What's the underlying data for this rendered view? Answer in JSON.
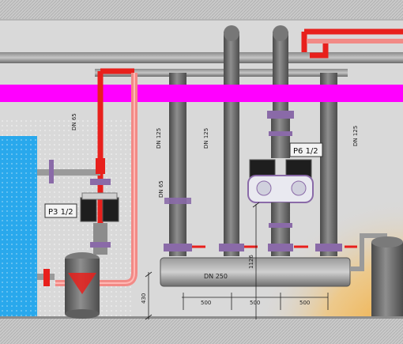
{
  "labels": {
    "dn65_top": "DN 65",
    "dn65_mid": "DN 65",
    "dn125_a": "DN 125",
    "dn125_b": "DN 125",
    "dn125_c": "DN 125",
    "dn250": "DN 250",
    "pump_p3": "P3 1/2",
    "pump_p6": "P6 1/2",
    "dim_1126": "1126",
    "dim_430": "430",
    "dim_500_a": "500",
    "dim_500_b": "500",
    "dim_500_c": "500"
  },
  "colors": {
    "wall": "#d9d9d9",
    "pipe_grey": "#6b6b6b",
    "pipe_red": "#e8201c",
    "pipe_pink": "#f28a86",
    "magenta_duct": "#ff00ff",
    "tank_blue": "#29a8ec",
    "header": "#7c7c7c",
    "valve_purple": "#8a6aa8",
    "accent_orange": "#f2a52b"
  }
}
